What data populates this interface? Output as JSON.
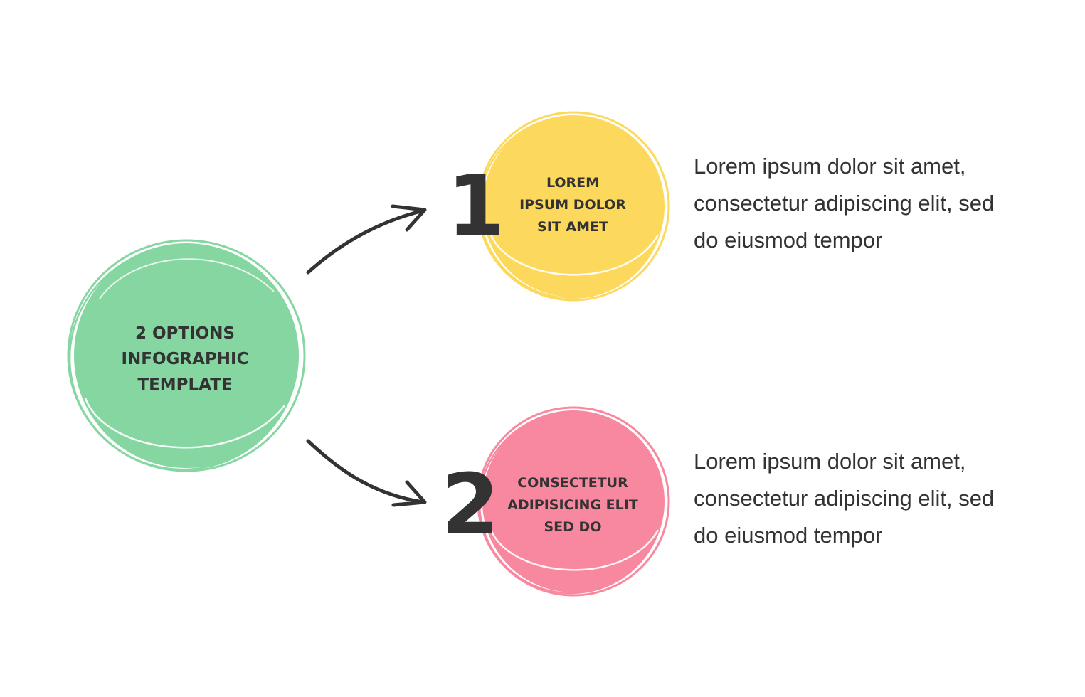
{
  "main": {
    "lines": [
      "2 OPTIONS",
      "INFOGRAPHIC",
      "TEMPLATE"
    ]
  },
  "options": [
    {
      "number": "1",
      "title_lines": [
        "LOREM",
        "IPSUM DOLOR",
        "SIT AMET"
      ],
      "description_lines": [
        "Lorem ipsum dolor sit amet,",
        "consectetur adipiscing elit, sed",
        "do eiusmod tempor"
      ]
    },
    {
      "number": "2",
      "title_lines": [
        "CONSECTETUR",
        "ADIPISICING ELIT",
        "SED DO"
      ],
      "description_lines": [
        "Lorem ipsum dolor sit amet,",
        "consectetur adipiscing elit, sed",
        "do eiusmod tempor"
      ]
    }
  ],
  "colors": {
    "main_circle": "#85d6a1",
    "option_1_circle": "#fcd95c",
    "option_2_circle": "#f8889f",
    "text": "#333333",
    "arrow": "#333333"
  }
}
